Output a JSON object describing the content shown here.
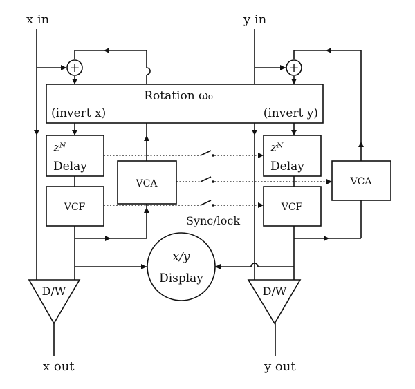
{
  "io": {
    "x_in": "x in",
    "y_in": "y in",
    "x_out": "x out",
    "y_out": "y out"
  },
  "rotation": {
    "title": "Rotation ω₀",
    "invert_x": "(invert x)",
    "invert_y": "(invert y)"
  },
  "blocks": {
    "left_delay_top": "zᴺ",
    "left_delay_bottom": "Delay",
    "right_delay_top": "zᴺ",
    "right_delay_bottom": "Delay",
    "left_vcf": "VCF",
    "right_vcf": "VCF",
    "center_vca": "VCA",
    "right_vca": "VCA",
    "left_dw": "D/W",
    "right_dw": "D/W",
    "display_top": "x/y",
    "display_bottom": "Display",
    "sync_lock": "Sync/lock",
    "adder_symbol": "+"
  }
}
